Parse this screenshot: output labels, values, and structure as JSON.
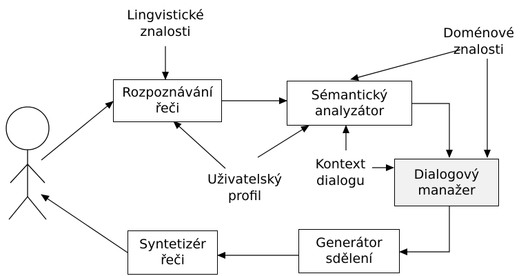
{
  "boxes": {
    "speech_recognition": "Rozpoznávání\nřeči",
    "semantic_analyzer": "Sémantický\nanalyzátor",
    "dialog_manager": "Dialogový\nmanažer",
    "message_generator": "Generátor\nsdělení",
    "speech_synthesizer": "Syntetizér\nřeči"
  },
  "labels": {
    "linguistic_knowledge": "Lingvistické\nznalosti",
    "domain_knowledge": "Doménové\nznalosti",
    "user_profile": "Uživatelský\nprofil",
    "dialog_context": "Kontext\ndialogu"
  },
  "edges": [
    {
      "from": "user",
      "to": "speech_recognition"
    },
    {
      "from": "linguistic_knowledge",
      "to": "speech_recognition"
    },
    {
      "from": "speech_recognition",
      "to": "semantic_analyzer"
    },
    {
      "from": "domain_knowledge",
      "to": "semantic_analyzer"
    },
    {
      "from": "domain_knowledge",
      "to": "dialog_manager"
    },
    {
      "from": "semantic_analyzer",
      "to": "dialog_manager"
    },
    {
      "from": "user_profile",
      "to": "speech_recognition"
    },
    {
      "from": "user_profile",
      "to": "semantic_analyzer"
    },
    {
      "from": "dialog_context",
      "to": "semantic_analyzer"
    },
    {
      "from": "dialog_context",
      "to": "dialog_manager"
    },
    {
      "from": "dialog_manager",
      "to": "message_generator"
    },
    {
      "from": "message_generator",
      "to": "speech_synthesizer"
    },
    {
      "from": "speech_synthesizer",
      "to": "user"
    }
  ]
}
